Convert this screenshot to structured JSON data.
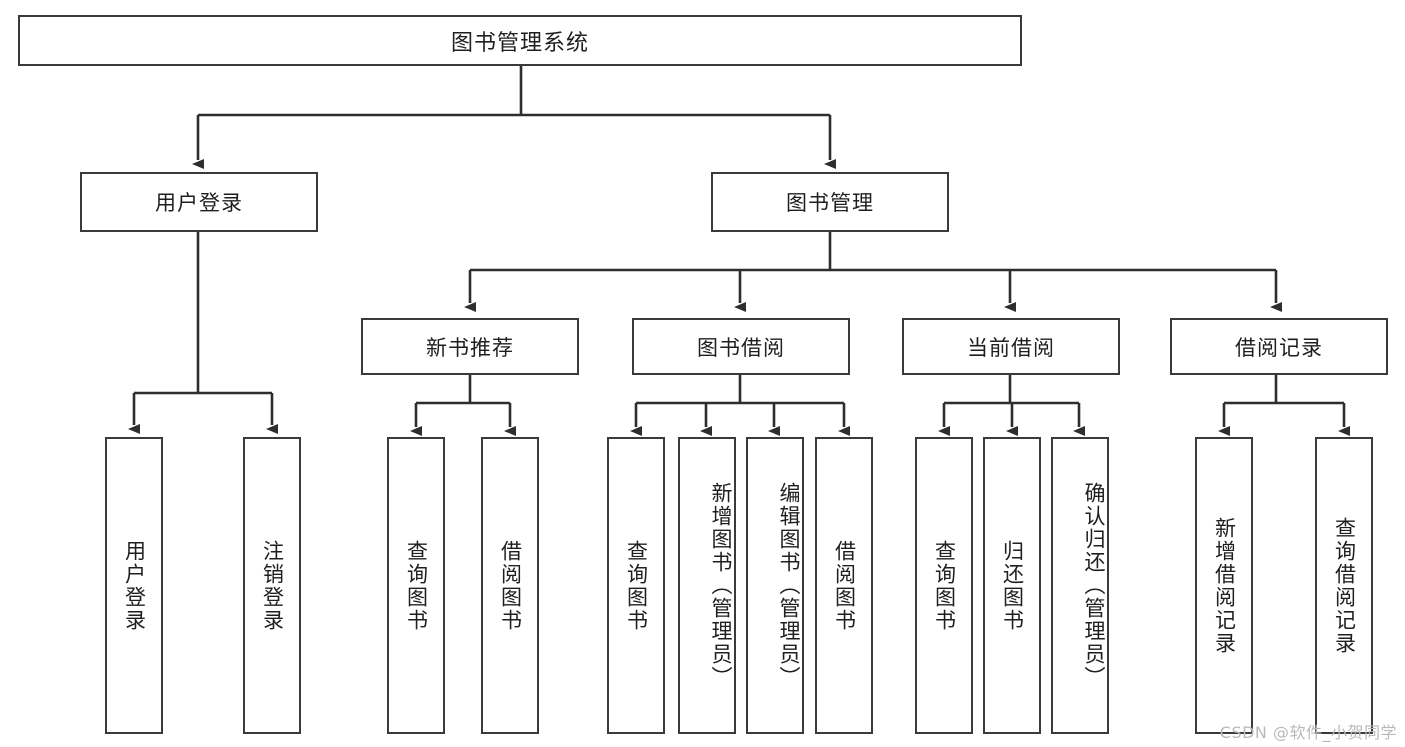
{
  "diagram": {
    "title": "图书管理系统",
    "watermark": "CSDN @软件_小贺同学",
    "colors": {
      "box_border": "#3a3a3a",
      "box_fill": "#ffffff",
      "connector": "#2e2e2e",
      "text": "#1f1f1f",
      "watermark": "#b9b9b9"
    },
    "root": {
      "label": "图书管理系统"
    },
    "level2": [
      {
        "id": "user-login",
        "label": "用户登录"
      },
      {
        "id": "book-management",
        "label": "图书管理"
      }
    ],
    "level3": [
      {
        "id": "new-book-recommend",
        "label": "新书推荐",
        "parent": "book-management"
      },
      {
        "id": "book-borrow",
        "label": "图书借阅",
        "parent": "book-management"
      },
      {
        "id": "current-borrow",
        "label": "当前借阅",
        "parent": "book-management"
      },
      {
        "id": "borrow-record",
        "label": "借阅记录",
        "parent": "book-management"
      }
    ],
    "leaves": {
      "user_login": [
        {
          "id": "leaf-user-login",
          "label": "用户登录"
        },
        {
          "id": "leaf-logout-login",
          "label": "注销登录"
        }
      ],
      "new_book_recommend": [
        {
          "id": "leaf-query-book-1",
          "label": "查询图书"
        },
        {
          "id": "leaf-borrow-book-1",
          "label": "借阅图书"
        }
      ],
      "book_borrow": [
        {
          "id": "leaf-query-book-2",
          "label": "查询图书"
        },
        {
          "id": "leaf-add-book",
          "label": "新增图书（管理员）"
        },
        {
          "id": "leaf-edit-book",
          "label": "编辑图书（管理员）"
        },
        {
          "id": "leaf-borrow-book-2",
          "label": "借阅图书"
        }
      ],
      "current_borrow": [
        {
          "id": "leaf-query-book-3",
          "label": "查询图书"
        },
        {
          "id": "leaf-return-book",
          "label": "归还图书"
        },
        {
          "id": "leaf-confirm-return",
          "label": "确认归还（管理员）"
        }
      ],
      "borrow_record": [
        {
          "id": "leaf-add-record",
          "label": "新增借阅记录"
        },
        {
          "id": "leaf-query-record",
          "label": "查询借阅记录"
        }
      ]
    }
  }
}
